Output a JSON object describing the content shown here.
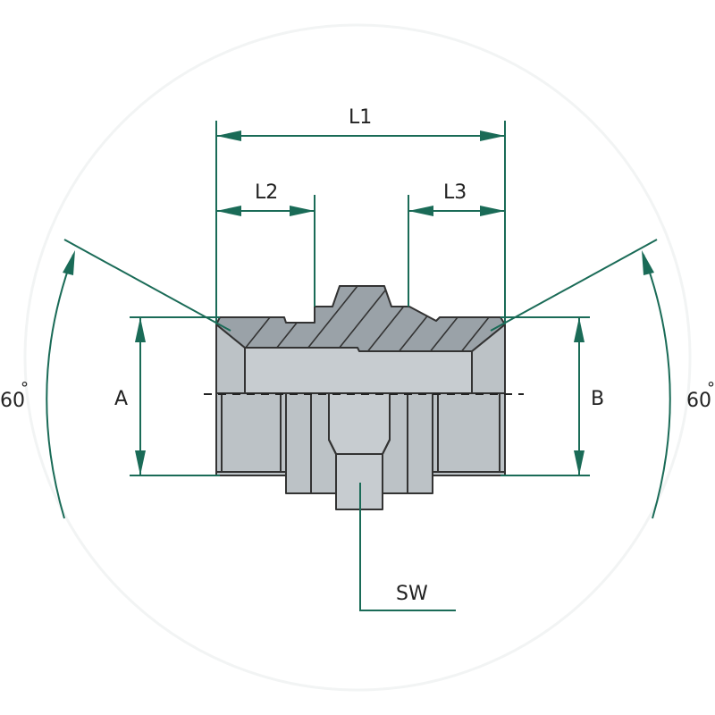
{
  "labels": {
    "l1": "L1",
    "l2": "L2",
    "l3": "L3",
    "a": "A",
    "b": "B",
    "sw": "SW",
    "angle_left": "60",
    "angle_right": "60",
    "degree": "°"
  },
  "colors": {
    "dimension": "#1a6b57",
    "body_fill": "#bcc2c6",
    "section_fill": "#9aa2a8",
    "outline": "#333333",
    "background": "#ffffff"
  }
}
